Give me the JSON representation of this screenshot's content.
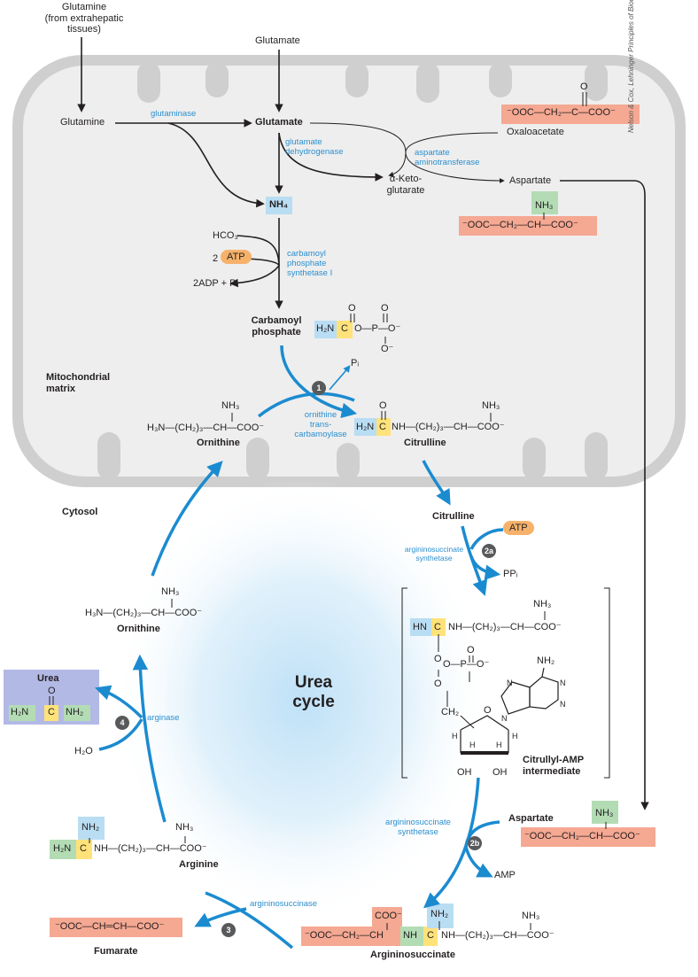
{
  "colors": {
    "mito_fill": "#eeeeee",
    "mito_edge": "#c8c8c8",
    "arrow_blue": "#1b8bd0",
    "enzyme_text": "#2b8fcf",
    "salmon": "#f5a892",
    "blue_box": "#b9ddf3",
    "green_box": "#b3dcb4",
    "yellow_box": "#ffe27a",
    "atp": "#f6b26b",
    "urea_box": "#b3b9e5",
    "step_circle": "#58595b"
  },
  "credit": "Nelson & Cox, Lehninger Principles of Biochemistry, 8e, © 2021 W. H. Freeman and Company",
  "sources": {
    "glutamine_ext": [
      "Glutamine",
      "(from extrahepatic",
      "tissues)"
    ],
    "glutamate_top": "Glutamate"
  },
  "mito": {
    "glutamine": "Glutamine",
    "glutaminase": "glutaminase",
    "glutamate": "Glutamate",
    "gdh": [
      "glutamate",
      "dehydrogenase"
    ],
    "ast": [
      "aspartate",
      "aminotransferase"
    ],
    "akg": [
      "α-Keto-",
      "glutarate"
    ],
    "oxaloacetate": "Oxaloacetate",
    "oaa_formula": "⁻OOC—CH₂—C—COO⁻",
    "oaa_o": "O",
    "aspartate": "Aspartate",
    "asp_formula": "⁻OOC—CH₂—CH—COO⁻",
    "asp_nh3": "NH₃",
    "nh4": "NH₄",
    "hco3": "HCO₃",
    "two_atp_prefix": "2",
    "atp": "ATP",
    "adp_pi": "2ADP + Pᵢ",
    "cps": [
      "carbamoyl",
      "phosphate",
      "synthetase I"
    ],
    "carbamoyl_phosphate": [
      "Carbamoyl",
      "phosphate"
    ],
    "cp_h2n": "H₂N",
    "cp_c": "C",
    "cp_rest": "O—P—O⁻",
    "cp_o_top": "O",
    "cp_o_top2": "O",
    "cp_o_bot": "O⁻",
    "matrix_label": [
      "Mitochondrial",
      "matrix"
    ],
    "pi": "Pᵢ",
    "step1": "1",
    "otc": [
      "ornithine",
      "trans-",
      "carbamoylase"
    ],
    "orn_formula": "H₃N—(CH₂)₃—CH—COO⁻",
    "orn_nh3": "NH₃",
    "ornithine": "Ornithine",
    "cit_h2n": "H₂N",
    "cit_c": "C",
    "cit_rest": "NH—(CH₂)₃—CH—COO⁻",
    "cit_o": "O",
    "cit_nh3": "NH₃",
    "citrulline": "Citrulline"
  },
  "cytosol": {
    "label": "Cytosol",
    "citrulline": "Citrulline",
    "atp": "ATP",
    "step2a": "2a",
    "ass": [
      "argininosuccinate",
      "synthetase"
    ],
    "ppi": "PPᵢ",
    "amp_hn": "HN",
    "amp_c": "C",
    "amp_rest": "NH—(CH₂)₃—CH—COO⁻",
    "amp_nh3": "NH₃",
    "amp_phosphate": "O—P—O⁻",
    "amp_o1": "O",
    "amp_o2": "O",
    "amp_o3": "O",
    "amp_ch2": "CH₂",
    "amp_nh2": "NH₂",
    "amp_n": [
      "N",
      "N",
      "N",
      "N"
    ],
    "amp_h": [
      "H",
      "H",
      "H",
      "H"
    ],
    "amp_oh": [
      "OH",
      "OH"
    ],
    "amp_ring_o": "O",
    "intermediate": [
      "Citrullyl-AMP",
      "intermediate"
    ],
    "urea_cycle": [
      "Urea",
      "cycle"
    ],
    "ass2": [
      "argininosuccinate",
      "synthetase"
    ],
    "step2b": "2b",
    "aspartate": "Aspartate",
    "asp_formula": "⁻OOC—CH₂—CH—COO⁻",
    "asp_nh3": "NH₃",
    "amp": "AMP",
    "as_left": "⁻OOC—CH₂—CH",
    "as_coo": "COO⁻",
    "as_nh": "NH",
    "as_c": "C",
    "as_nh2": "NH₂",
    "as_rest": "NH—(CH₂)₃—CH—COO⁻",
    "as_nh3": "NH₃",
    "argininosuccinate": "Argininosuccinate",
    "asl": "argininosuccinase",
    "step3": "3",
    "fumarate_formula": "⁻OOC—CH═CH—COO⁻",
    "fumarate": "Fumarate",
    "arg_h2n": "H₂N",
    "arg_c": "C",
    "arg_nh2": "NH₂",
    "arg_rest": "NH—(CH₂)₃—CH—COO⁻",
    "arg_nh3": "NH₃",
    "arginine": "Arginine",
    "arginase": "arginase",
    "step4": "4",
    "h2o": "H₂O",
    "urea": "Urea",
    "urea_o": "O",
    "urea_h2n": "H₂N",
    "urea_c": "C",
    "urea_nh2": "NH₂",
    "orn_formula": "H₃N—(CH₂)₃—CH—COO⁻",
    "orn_nh3": "NH₃",
    "ornithine": "Ornithine"
  }
}
